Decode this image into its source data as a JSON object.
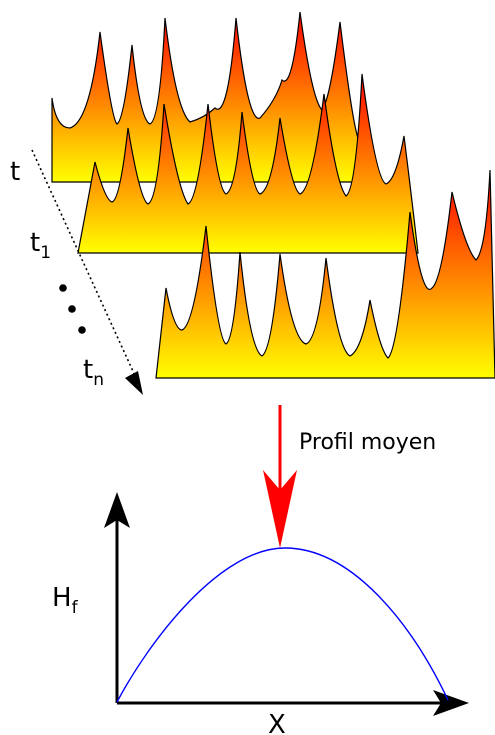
{
  "diagram": {
    "time_labels": {
      "t": "t",
      "t1_base": "t",
      "t1_sub": "1",
      "tn_base": "t",
      "tn_sub": "n",
      "ellipsis": "..."
    },
    "arrow_label": "Profil moyen",
    "y_axis_base": "H",
    "y_axis_sub": "f",
    "x_axis_label": "X",
    "colors": {
      "flame_top": "#ff0000",
      "flame_bottom": "#ffff00",
      "arrow": "#ff0000",
      "curve": "#0000ff",
      "axes": "#000000"
    }
  }
}
